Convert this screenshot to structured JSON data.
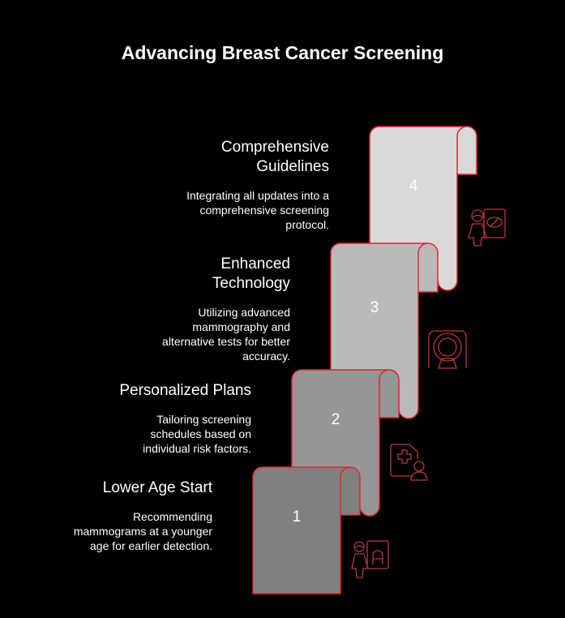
{
  "title": "Advancing Breast Cancer Screening",
  "steps": [
    {
      "number": "1",
      "title": "Lower Age Start",
      "description": "Recommending mammograms at a younger age for earlier detection.",
      "icon": "doctor-card-icon",
      "fill": "#808080"
    },
    {
      "number": "2",
      "title": "Personalized Plans",
      "description": "Tailoring screening schedules based on individual risk factors.",
      "icon": "medical-record-patient-icon",
      "fill": "#969696"
    },
    {
      "number": "3",
      "title": "Enhanced Technology",
      "description": "Utilizing advanced mammography and alternative tests for better accuracy.",
      "icon": "scanner-machine-icon",
      "fill": "#bababa"
    },
    {
      "number": "4",
      "title": "Comprehensive Guidelines",
      "description": "Integrating all updates into a comprehensive screening protocol.",
      "icon": "doctor-eye-chart-icon",
      "fill": "#d9d9d9"
    }
  ],
  "colors": {
    "outline": "#e0282e",
    "icon": "#b8393a"
  }
}
